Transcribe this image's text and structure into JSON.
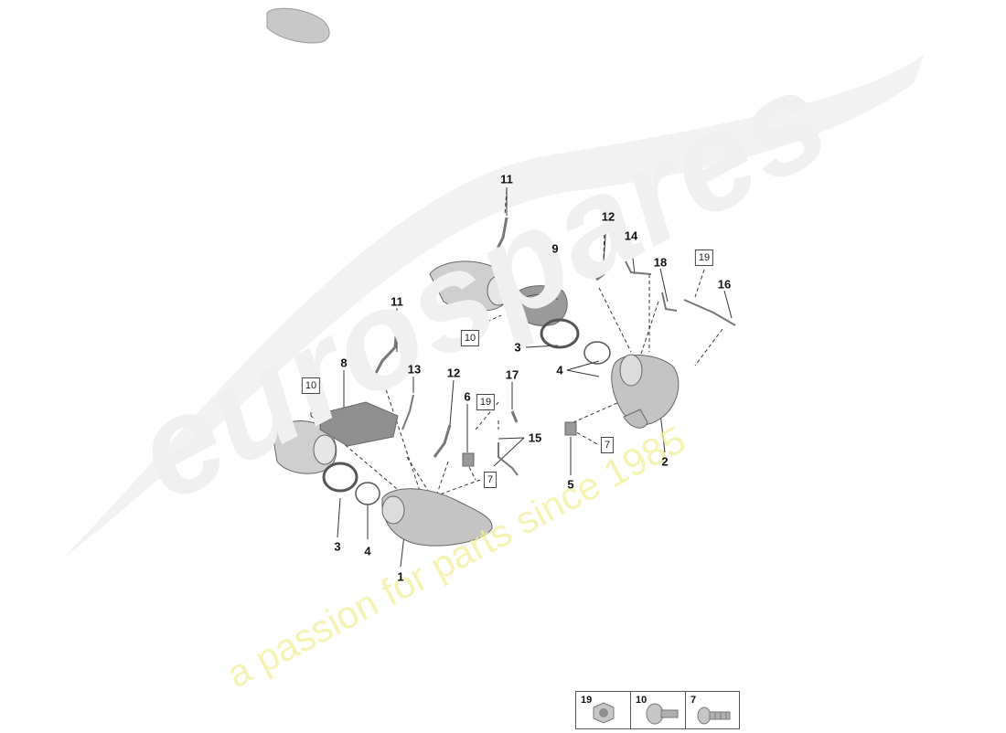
{
  "watermark": {
    "brand": "eurospares",
    "tagline": "a passion for parts since 1985",
    "tagline_color": "#f2ef9a"
  },
  "callouts": [
    {
      "id": "c11a",
      "text": "11"
    },
    {
      "id": "c12a",
      "text": "12"
    },
    {
      "id": "c9",
      "text": "9"
    },
    {
      "id": "c14",
      "text": "14"
    },
    {
      "id": "c18",
      "text": "18"
    },
    {
      "id": "c16",
      "text": "16"
    },
    {
      "id": "c11b",
      "text": "11"
    },
    {
      "id": "c3a",
      "text": "3"
    },
    {
      "id": "c4a",
      "text": "4"
    },
    {
      "id": "c8",
      "text": "8"
    },
    {
      "id": "c13",
      "text": "13"
    },
    {
      "id": "c12b",
      "text": "12"
    },
    {
      "id": "c17",
      "text": "17"
    },
    {
      "id": "c6",
      "text": "6"
    },
    {
      "id": "c15",
      "text": "15"
    },
    {
      "id": "c2",
      "text": "2"
    },
    {
      "id": "c5",
      "text": "5"
    },
    {
      "id": "c3b",
      "text": "3"
    },
    {
      "id": "c4b",
      "text": "4"
    },
    {
      "id": "c1",
      "text": "1"
    }
  ],
  "boxed_refs": [
    {
      "id": "b10a",
      "text": "10"
    },
    {
      "id": "b19a",
      "text": "19"
    },
    {
      "id": "b10b",
      "text": "10"
    },
    {
      "id": "b19b",
      "text": "19"
    },
    {
      "id": "b7a",
      "text": "7"
    },
    {
      "id": "b7b",
      "text": "7"
    }
  ],
  "legend": {
    "items": [
      {
        "label": "19",
        "icon": "hex-nut-icon"
      },
      {
        "label": "10",
        "icon": "flange-bolt-icon"
      },
      {
        "label": "7",
        "icon": "stud-bolt-icon"
      }
    ]
  }
}
